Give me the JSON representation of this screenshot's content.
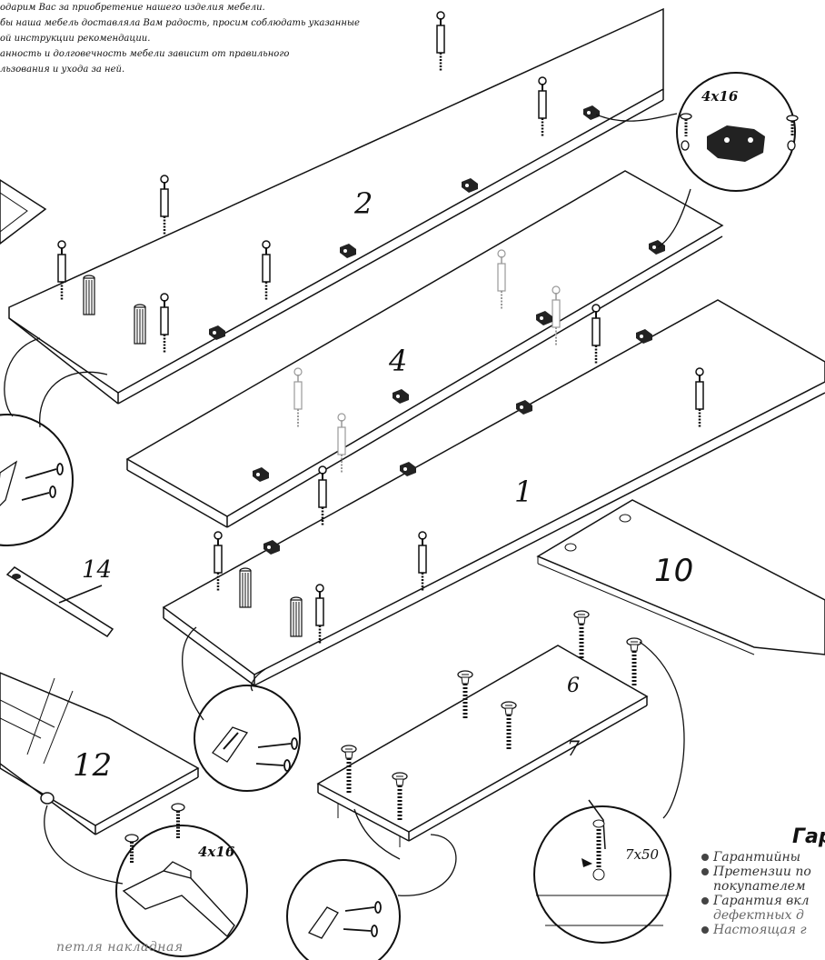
{
  "intro": [
    "одарим Вас за приобретение нашего изделия мебели.",
    "бы наша мебель доставляла  Вам радость, просим соблюдать указанные",
    "ой инструкции  рекомендации.",
    "анность и долговечность мебели зависит от правильного",
    "льзования и ухода за ней."
  ],
  "part_numbers": {
    "p2": "2",
    "p4": "4",
    "p1": "1",
    "p10": "10",
    "p14": "14",
    "p6": "6",
    "p7": "7",
    "p12": "12"
  },
  "dimensions": {
    "top_callout": "4x16",
    "hinge_callout": "4x16",
    "screw_callout": "7x50"
  },
  "hinge_caption": "петля накладная",
  "warranty": {
    "title": "Гар",
    "items": [
      {
        "text": "Гарантийны",
        "cont": ""
      },
      {
        "text": "Претензии по",
        "cont": "покупателем"
      },
      {
        "text": "Гарантия вкл",
        "cont": "дефектных д"
      },
      {
        "text": "Настоящая г",
        "cont": ""
      }
    ]
  },
  "colors": {
    "ink": "#111111",
    "faint": "#999999"
  }
}
